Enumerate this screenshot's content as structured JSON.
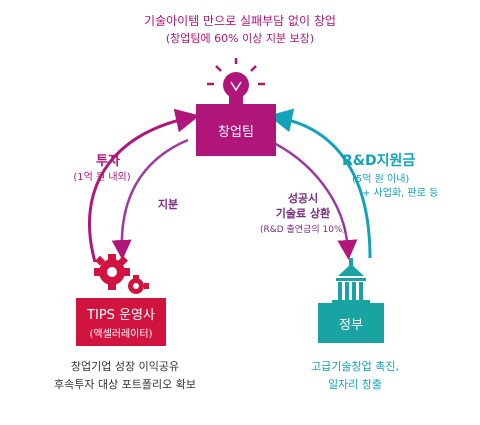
{
  "header": {
    "line1": "기술아이템 만으로 실패부담 없이 창업",
    "line2": "(창업팀에 60% 이상 지분 보장)"
  },
  "startup": {
    "label": "창업팀"
  },
  "tips": {
    "label": "TIPS 운영사",
    "sublabel": "(액셀러레이터)",
    "note1": "창업기업 성장 이익공유",
    "note2": "후속투자 대상 포트폴리오 확보"
  },
  "government": {
    "label": "정부",
    "note1": "고급기술창업 촉진,",
    "note2": "일자리 창출"
  },
  "arrows": {
    "investment_label": "투자",
    "investment_sub": "(1억 원 내외)",
    "equity_label": "지분",
    "rnd_label": "R&D지원금",
    "rnd_sub1": "(5억 원 이내)",
    "rnd_sub2": "+ 사업화, 판로 등",
    "return_label1": "성공시",
    "return_label2": "기술료 상환",
    "return_sub": "(R&D 출연금의 10%)"
  },
  "colors": {
    "magenta": "#b0157a",
    "teal": "#12a3b8",
    "startup_box": "#b0157a",
    "tips_box": "#d0143f",
    "government_box": "#1aa3a3"
  },
  "icons": {
    "startup": "lightbulb-icon",
    "tips": "gears-icon",
    "government": "government-building-icon"
  }
}
